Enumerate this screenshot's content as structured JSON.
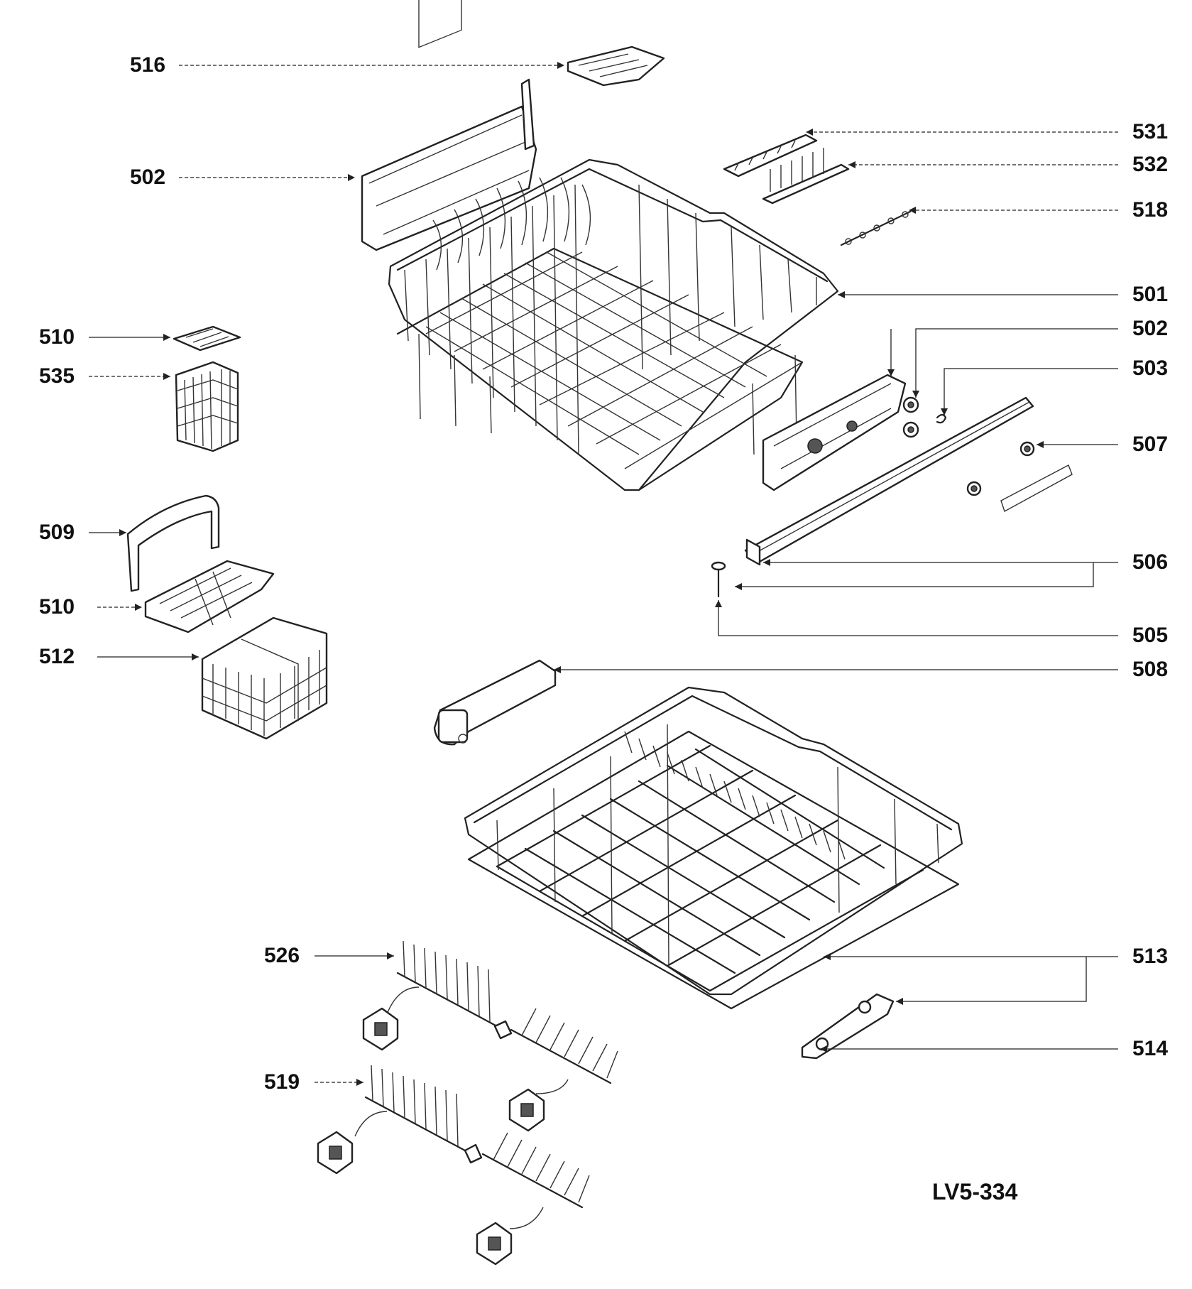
{
  "diagram": {
    "drawing_code": "LV5-334",
    "callouts": [
      {
        "id": "516",
        "text": "516"
      },
      {
        "id": "502a",
        "text": "502"
      },
      {
        "id": "531",
        "text": "531"
      },
      {
        "id": "532",
        "text": "532"
      },
      {
        "id": "518",
        "text": "518"
      },
      {
        "id": "501",
        "text": "501"
      },
      {
        "id": "510a",
        "text": "510"
      },
      {
        "id": "535",
        "text": "535"
      },
      {
        "id": "502b",
        "text": "502"
      },
      {
        "id": "503",
        "text": "503"
      },
      {
        "id": "507",
        "text": "507"
      },
      {
        "id": "509",
        "text": "509"
      },
      {
        "id": "510b",
        "text": "510"
      },
      {
        "id": "512",
        "text": "512"
      },
      {
        "id": "506",
        "text": "506"
      },
      {
        "id": "505",
        "text": "505"
      },
      {
        "id": "508",
        "text": "508"
      },
      {
        "id": "526",
        "text": "526"
      },
      {
        "id": "513",
        "text": "513"
      },
      {
        "id": "514",
        "text": "514"
      },
      {
        "id": "519",
        "text": "519"
      }
    ]
  }
}
